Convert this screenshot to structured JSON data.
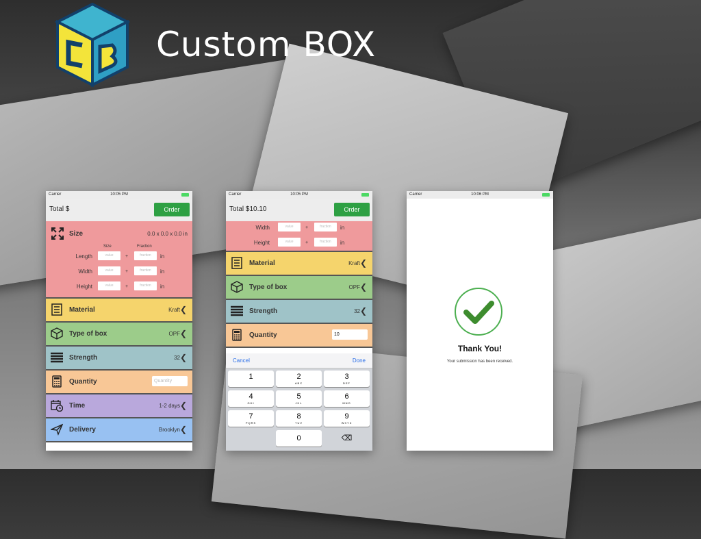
{
  "brand": {
    "name": "Custom BOX",
    "logo_letters": "CB"
  },
  "colors": {
    "order_button": "#2ea043",
    "size": "#ef9a9c",
    "material": "#f5d46c",
    "type": "#9ccc8a",
    "strength": "#9fc3c8",
    "quantity": "#f8c796",
    "time": "#b9a8dc",
    "delivery": "#98c1f2",
    "check": "#3d8c2e"
  },
  "screen1": {
    "status": {
      "carrier": "Carrier",
      "time": "10:05 PM"
    },
    "total": "Total $",
    "order": "Order",
    "size": {
      "label": "Size",
      "value": "0.0 x 0.0 x 0.0 in",
      "icon": "expand-arrows-icon",
      "col_size": "Size",
      "col_fraction": "Fraction",
      "length": "Length",
      "width": "Width",
      "height": "Height",
      "value_ph": "value",
      "fraction_ph": "fraction",
      "plus": "+",
      "unit": "in"
    },
    "rows": [
      {
        "label": "Material",
        "value": "Kraft",
        "icon": "checklist-icon"
      },
      {
        "label": "Type of box",
        "value": "OPF",
        "icon": "box-icon"
      },
      {
        "label": "Strength",
        "value": "32",
        "icon": "bars-icon"
      },
      {
        "label": "Quantity",
        "placeholder": "Quantity",
        "icon": "calculator-icon"
      },
      {
        "label": "Time",
        "value": "1-2 days",
        "icon": "calendar-clock-icon"
      },
      {
        "label": "Delivery",
        "value": "Brooklyn",
        "icon": "paper-plane-icon"
      }
    ]
  },
  "screen2": {
    "status": {
      "carrier": "Carrier",
      "time": "10:05 PM"
    },
    "total": "Total $10.10",
    "order": "Order",
    "width": "Width",
    "height": "Height",
    "value_ph": "value",
    "fraction_ph": "fraction",
    "plus": "+",
    "unit": "in",
    "rows": [
      {
        "label": "Material",
        "value": "Kraft"
      },
      {
        "label": "Type of box",
        "value": "OPF"
      },
      {
        "label": "Strength",
        "value": "32"
      },
      {
        "label": "Quantity",
        "value": "10"
      }
    ],
    "keyboard": {
      "cancel": "Cancel",
      "done": "Done",
      "keys": [
        {
          "n": "1",
          "s": ""
        },
        {
          "n": "2",
          "s": "ABC"
        },
        {
          "n": "3",
          "s": "DEF"
        },
        {
          "n": "4",
          "s": "GHI"
        },
        {
          "n": "5",
          "s": "JKL"
        },
        {
          "n": "6",
          "s": "MNO"
        },
        {
          "n": "7",
          "s": "PQRS"
        },
        {
          "n": "8",
          "s": "TUV"
        },
        {
          "n": "9",
          "s": "WXYZ"
        },
        {
          "n": "0",
          "s": ""
        }
      ],
      "delete": "⌫"
    }
  },
  "screen3": {
    "status": {
      "carrier": "Carrier",
      "time": "10:06 PM"
    },
    "title": "Thank You!",
    "subtitle": "Your submission has been received."
  },
  "chevron": "❮"
}
